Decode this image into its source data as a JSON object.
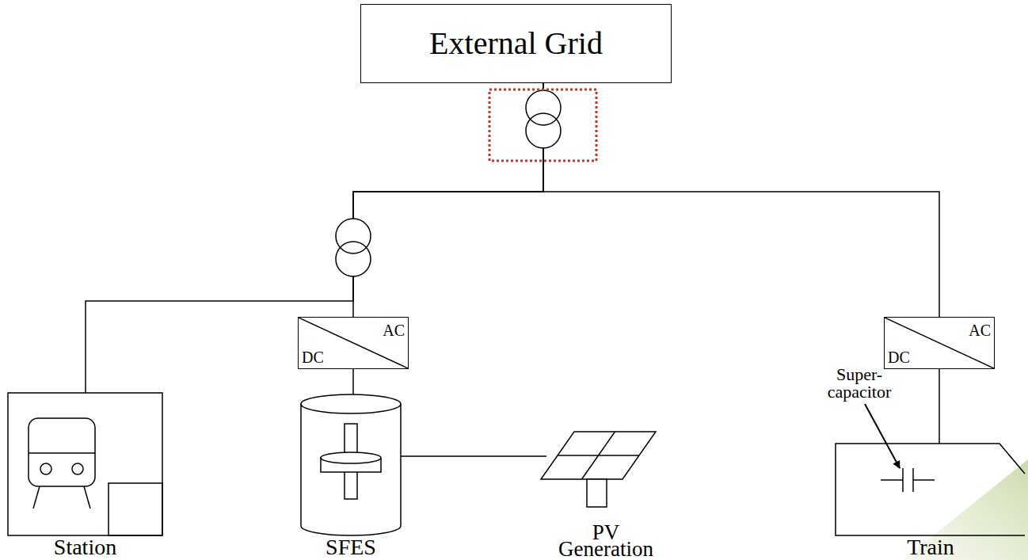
{
  "diagram": {
    "nodes": [
      {
        "text": [
          "External Grid"
        ]
      },
      {
        "text": [
          "DC",
          "AC"
        ]
      },
      {
        "text": [
          "DC",
          "AC"
        ]
      },
      {
        "text": [
          "Station"
        ]
      },
      {
        "text": [
          "SFES"
        ]
      },
      {
        "text": [
          "PV Generation"
        ]
      },
      {
        "text": [
          "Train"
        ]
      }
    ],
    "edges": [
      {
        "from": 0,
        "to": 3,
        "arrow": "none"
      },
      {
        "from": 0,
        "to": 1,
        "arrow": "none"
      },
      {
        "from": 0,
        "to": 2,
        "arrow": "none"
      },
      {
        "from": 1,
        "to": 4,
        "arrow": "none"
      },
      {
        "from": 4,
        "to": 5,
        "arrow": "none"
      },
      {
        "from": 2,
        "to": 6,
        "arrow": "none"
      }
    ],
    "labels": [
      "Super- capacitor"
    ]
  }
}
